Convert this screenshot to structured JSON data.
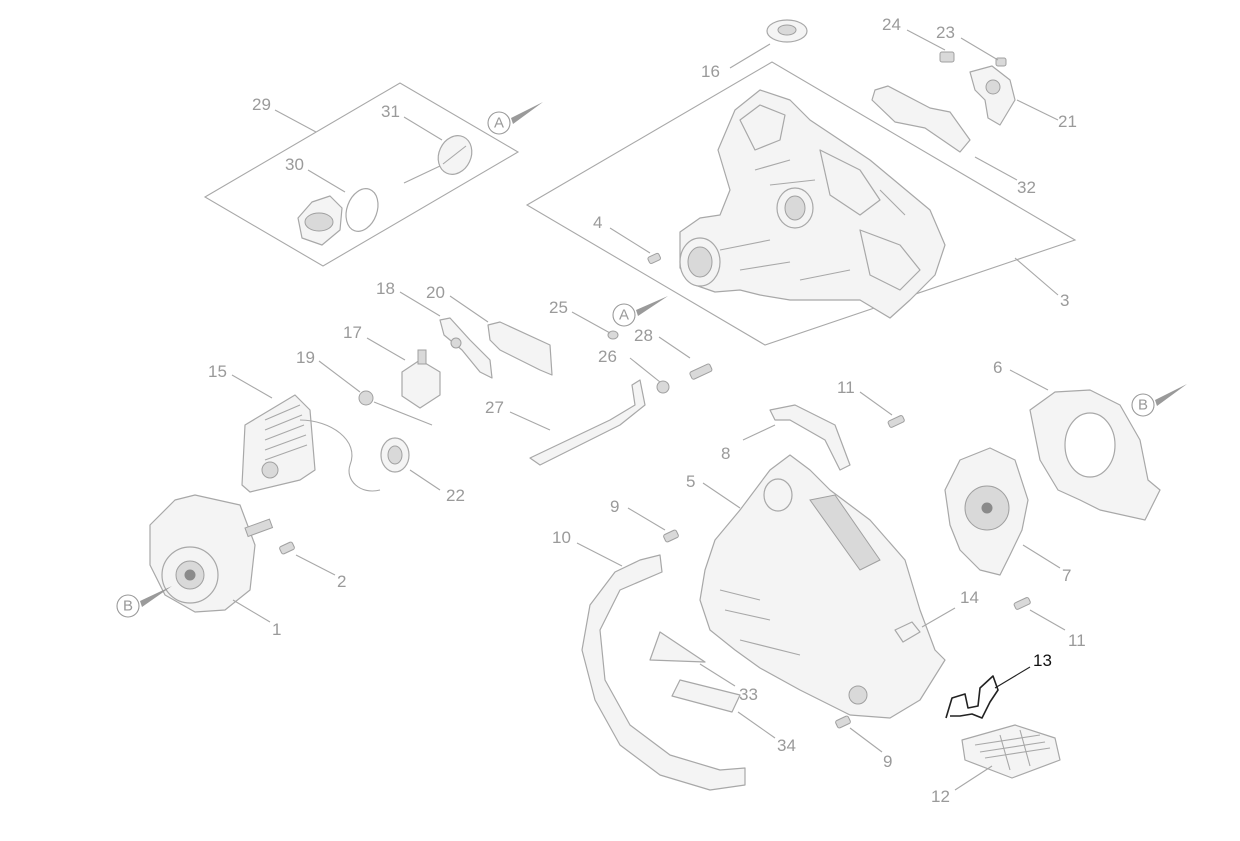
{
  "labels": {
    "p1": "1",
    "p2": "2",
    "p3": "3",
    "p4": "4",
    "p5": "5",
    "p6": "6",
    "p7": "7",
    "p8": "8",
    "p9a": "9",
    "p9b": "9",
    "p10": "10",
    "p11a": "11",
    "p11b": "11",
    "p12": "12",
    "p13": "13",
    "p14": "14",
    "p15": "15",
    "p16": "16",
    "p17": "17",
    "p18": "18",
    "p19": "19",
    "p20": "20",
    "p21": "21",
    "p22": "22",
    "p23": "23",
    "p24": "24",
    "p25": "25",
    "p26": "26",
    "p27": "27",
    "p28": "28",
    "p29": "29",
    "p30": "30",
    "p31": "31",
    "p32": "32",
    "p33": "33",
    "p34": "34"
  },
  "refs": {
    "a1": "A",
    "a2": "A",
    "b1": "B",
    "b2": "B"
  },
  "highlighted_part": "13",
  "colors": {
    "line": "#a8a8a8",
    "text": "#9a9a9a",
    "highlight": "#222222"
  }
}
